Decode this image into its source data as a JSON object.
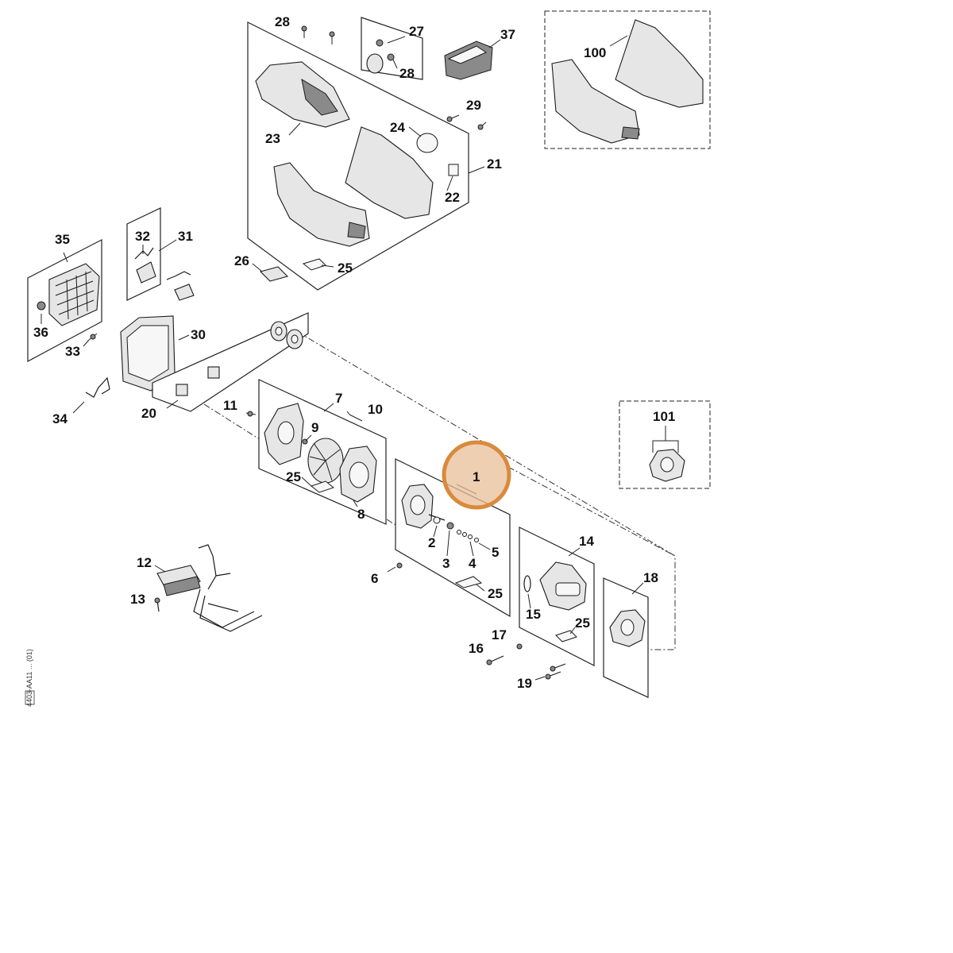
{
  "callouts": {
    "p1": "1",
    "p2": "2",
    "p3": "3",
    "p4": "4",
    "p5": "5",
    "p6": "6",
    "p7": "7",
    "p8": "8",
    "p9": "9",
    "p10": "10",
    "p11": "11",
    "p12": "12",
    "p13": "13",
    "p14": "14",
    "p15": "15",
    "p16": "16",
    "p17": "17",
    "p18": "18",
    "p19": "19",
    "p20": "20",
    "p21": "21",
    "p22": "22",
    "p23": "23",
    "p24": "24",
    "p25a": "25",
    "p25b": "25",
    "p25c": "25",
    "p25d": "25",
    "p26": "26",
    "p27": "27",
    "p28a": "28",
    "p28b": "28",
    "p29": "29",
    "p30": "30",
    "p31": "31",
    "p32": "32",
    "p33": "33",
    "p34": "34",
    "p35": "35",
    "p36": "36",
    "p37": "37",
    "p100": "100",
    "p101": "101"
  },
  "side_code": "4403-AA11 ... (01)",
  "highlight": {
    "part": "1",
    "color": "#d98a3c"
  }
}
